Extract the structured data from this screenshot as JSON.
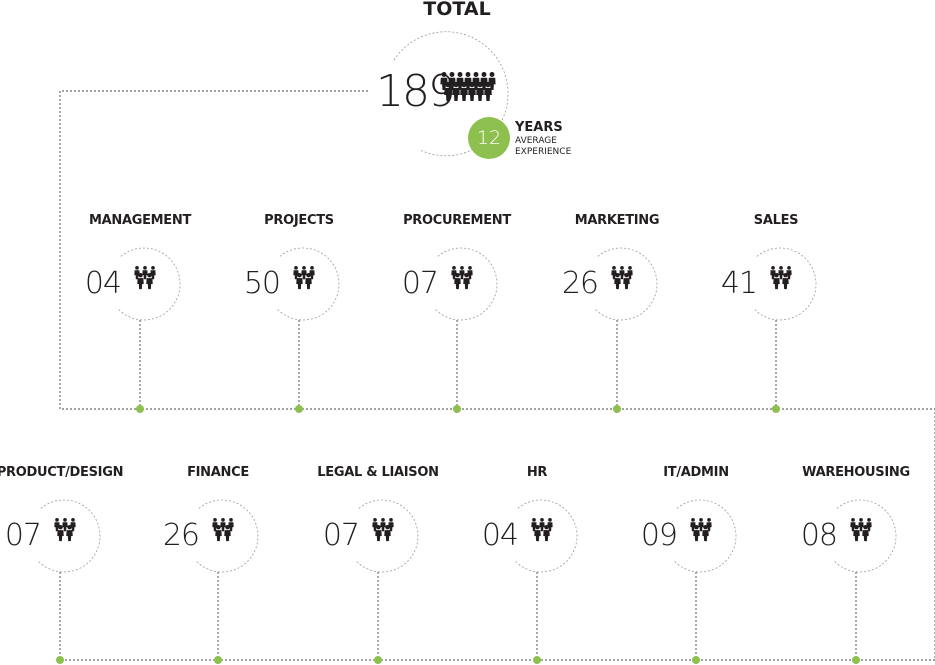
{
  "total": {
    "title": "TOTAL",
    "count": "189",
    "people_icon": "people-group-icon",
    "years_value": "12",
    "years_label": "YEARS",
    "years_sub_1": "AVERAGE",
    "years_sub_2": "EXPERIENCE"
  },
  "colors": {
    "accent_green": "#8dc04f",
    "text": "#231f20",
    "line_gray": "#444444",
    "circle_gray": "#9a9a9a"
  },
  "departments_top": [
    {
      "label": "MANAGEMENT",
      "count": "04"
    },
    {
      "label": "PROJECTS",
      "count": "50"
    },
    {
      "label": "PROCUREMENT",
      "count": "07"
    },
    {
      "label": "MARKETING",
      "count": "26"
    },
    {
      "label": "SALES",
      "count": "41"
    }
  ],
  "departments_bottom": [
    {
      "label": "PRODUCT/DESIGN",
      "count": "07"
    },
    {
      "label": "FINANCE",
      "count": "26"
    },
    {
      "label": "LEGAL & LIAISON",
      "count": "07"
    },
    {
      "label": "HR",
      "count": "04"
    },
    {
      "label": "IT/ADMIN",
      "count": "09"
    },
    {
      "label": "WAREHOUSING",
      "count": "08"
    }
  ]
}
